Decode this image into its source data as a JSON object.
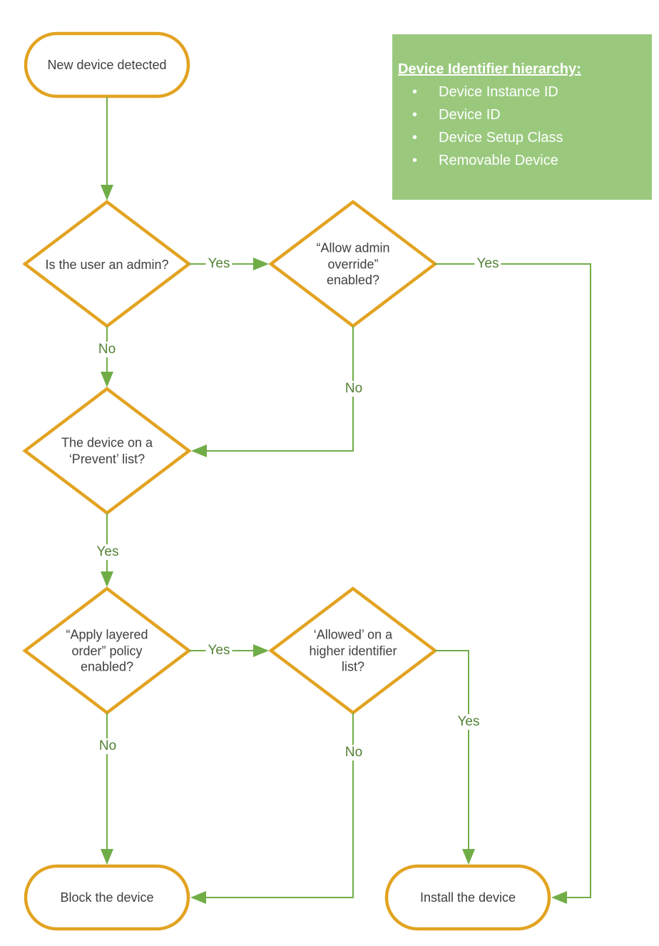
{
  "nodes": {
    "start": {
      "label": "New device detected"
    },
    "admin": {
      "label": "Is the user an admin?"
    },
    "override": {
      "label": "“Allow admin override” enabled?"
    },
    "prevent": {
      "label": "The device on a ‘Prevent’ list?"
    },
    "layered": {
      "label": "“Apply layered order” policy enabled?"
    },
    "allowed": {
      "label": "‘Allowed’ on a higher identifier list?"
    },
    "block": {
      "label": "Block the device"
    },
    "install": {
      "label": "Install the device"
    }
  },
  "edge_labels": {
    "admin_yes": "Yes",
    "admin_no": "No",
    "override_yes": "Yes",
    "override_no": "No",
    "prevent_yes": "Yes",
    "layered_yes": "Yes",
    "layered_no": "No",
    "allowed_yes": "Yes",
    "allowed_no": "No"
  },
  "legend": {
    "title": "Device Identifier hierarchy:",
    "items": [
      "Device Instance ID",
      "Device ID",
      "Device Setup Class",
      "Removable Device"
    ]
  },
  "colors": {
    "shape_border": "#E2A321",
    "connector_green": "#70AD47",
    "edge_label_text": "#538135",
    "node_text": "#404040",
    "legend_background": "#9AC97E",
    "legend_text": "#FFFFFF"
  }
}
